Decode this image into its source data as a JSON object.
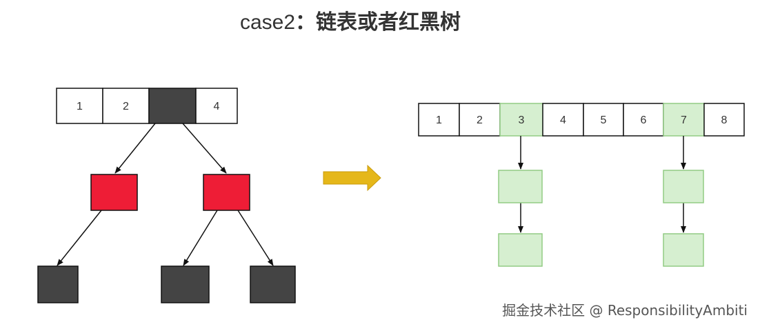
{
  "title": {
    "prefix": "case2",
    "separator": "：",
    "text": "链表或者红黑树"
  },
  "watermark": "掘金技术社区 @ ResponsibilityAmbiti",
  "colors": {
    "cell_fill": "#ffffff",
    "cell_border": "#111111",
    "dark_node": "#444444",
    "red_node": "#ee1d36",
    "green_fill": "#d6efd0",
    "green_border": "#92cc84",
    "arrow": "#e5b71a",
    "text": "#333333",
    "watermark": "#555555"
  },
  "left_array": {
    "cells": [
      {
        "label": "1",
        "style": "plain"
      },
      {
        "label": "2",
        "style": "plain"
      },
      {
        "label": "",
        "style": "dark"
      },
      {
        "label": "4",
        "style": "plain"
      }
    ]
  },
  "red_black_tree": {
    "root": "dark",
    "level1": [
      "red",
      "red"
    ],
    "level2": [
      "dark",
      "dark",
      "dark"
    ]
  },
  "transition_arrow": {
    "icon": "right-arrow-icon"
  },
  "right_array": {
    "cells": [
      {
        "label": "1",
        "style": "plain"
      },
      {
        "label": "2",
        "style": "plain"
      },
      {
        "label": "3",
        "style": "green"
      },
      {
        "label": "4",
        "style": "plain"
      },
      {
        "label": "5",
        "style": "plain"
      },
      {
        "label": "6",
        "style": "plain"
      },
      {
        "label": "7",
        "style": "green"
      },
      {
        "label": "8",
        "style": "plain"
      }
    ]
  },
  "linked_lists": [
    {
      "bucket": "3",
      "nodes": 2
    },
    {
      "bucket": "7",
      "nodes": 2
    }
  ]
}
